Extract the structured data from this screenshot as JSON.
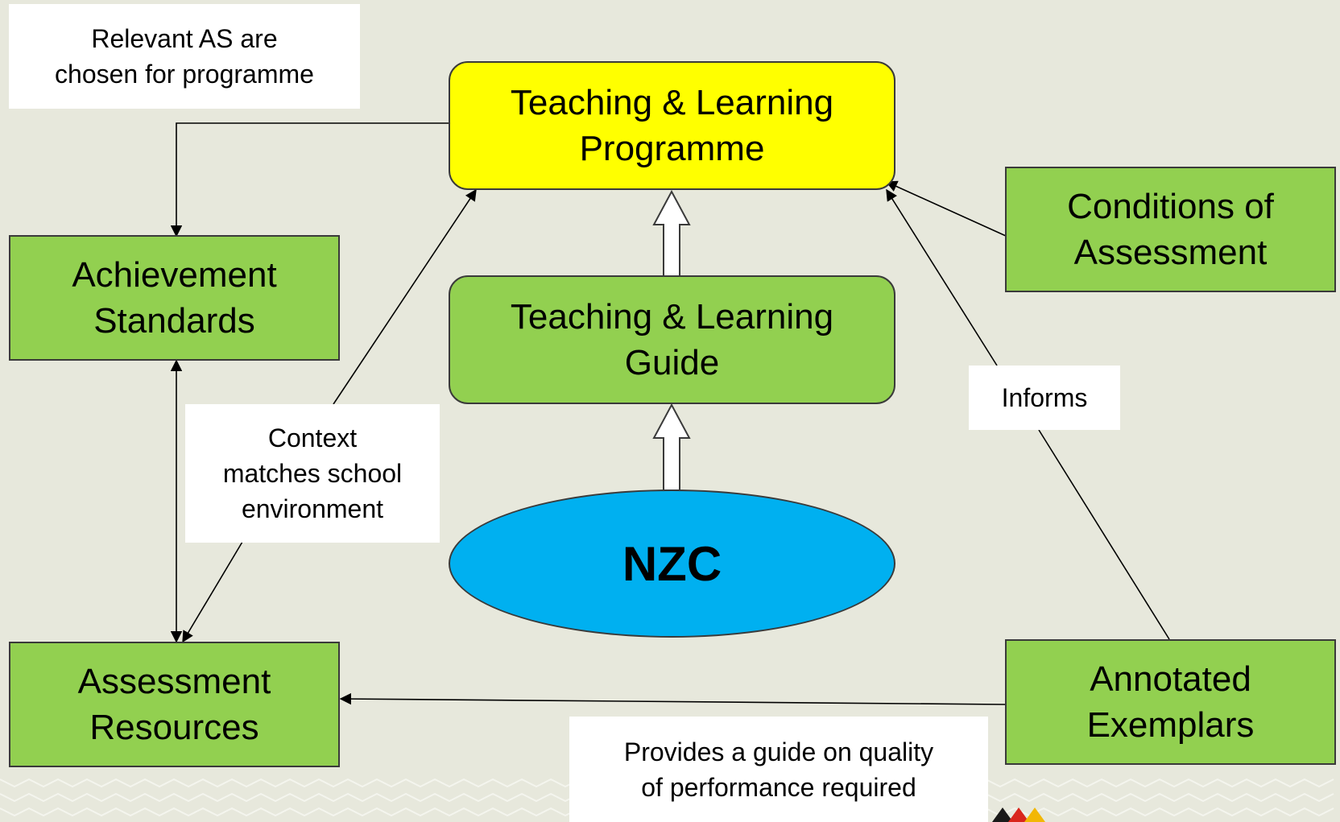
{
  "colors": {
    "background": "#e7e8dc",
    "green_box": "#92d050",
    "yellow_box": "#ffff00",
    "nzc_ellipse": "#00b0f0",
    "logo": [
      "#1a1a1a",
      "#d9261c",
      "#f2b705"
    ]
  },
  "nodes": {
    "programme": "Teaching & Learning\nProgramme",
    "guide": "Teaching & Learning\nGuide",
    "nzc": "NZC",
    "achievement_standards": "Achievement\nStandards",
    "assessment_resources": "Assessment\nResources",
    "conditions": "Conditions of\nAssessment",
    "exemplars": "Annotated\nExemplars"
  },
  "notes": {
    "relevant_as": "Relevant AS are\nchosen for programme",
    "context": "Context\nmatches school\nenvironment",
    "informs": "Informs",
    "provides_guide": "Provides a guide on quality\nof performance required"
  },
  "icons": {
    "logo": "nzqa-triangles-logo"
  }
}
